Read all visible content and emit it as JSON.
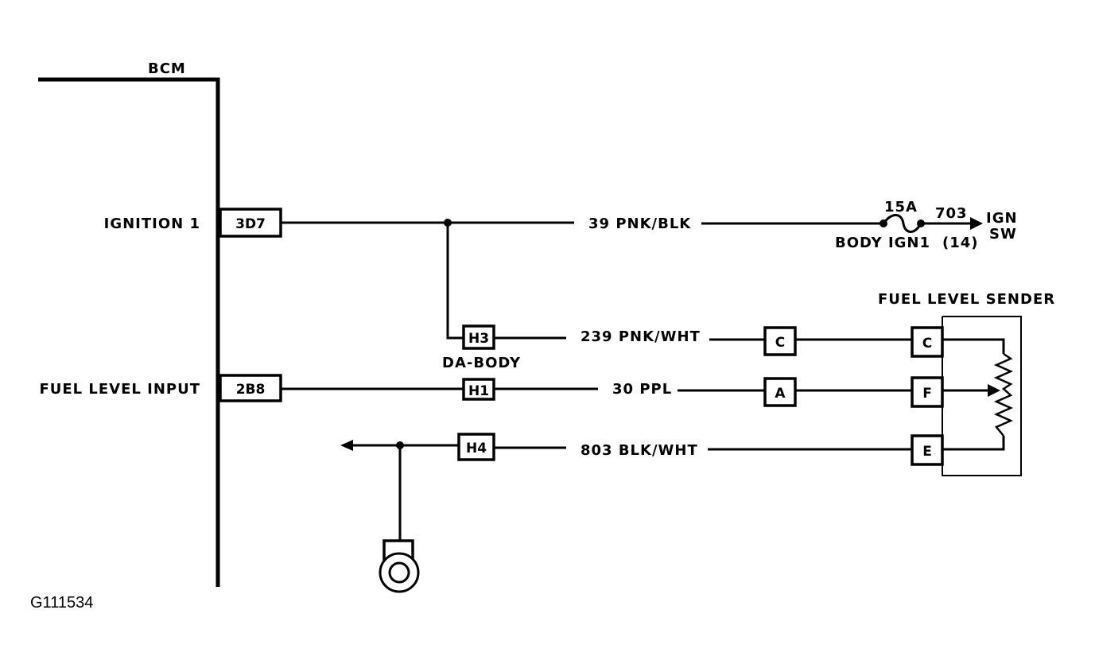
{
  "module": {
    "name": "BCM"
  },
  "bcm_pins": {
    "ignition": {
      "label": "IGNITION 1",
      "pin": "3D7"
    },
    "fuel_input": {
      "label": "FUEL LEVEL INPUT",
      "pin": "2B8"
    }
  },
  "wires": {
    "w1": "39 PNK/BLK",
    "w2": "239 PNK/WHT",
    "w3": "30 PPL",
    "w4": "803 BLK/WHT",
    "w5": "703"
  },
  "connector": {
    "name": "DA-BODY",
    "pins": {
      "h3": "H3",
      "h1": "H1",
      "h4": "H4"
    }
  },
  "inline_pins": {
    "c": "C",
    "a": "A"
  },
  "fuse": {
    "rating": "15A",
    "name": "BODY IGN1",
    "number": "(14)"
  },
  "ign_sw": {
    "line1": "IGN",
    "line2": "SW"
  },
  "sender": {
    "name": "FUEL LEVEL SENDER",
    "pins": {
      "c": "C",
      "f": "F",
      "e": "E"
    }
  },
  "figure_id": "G111534"
}
